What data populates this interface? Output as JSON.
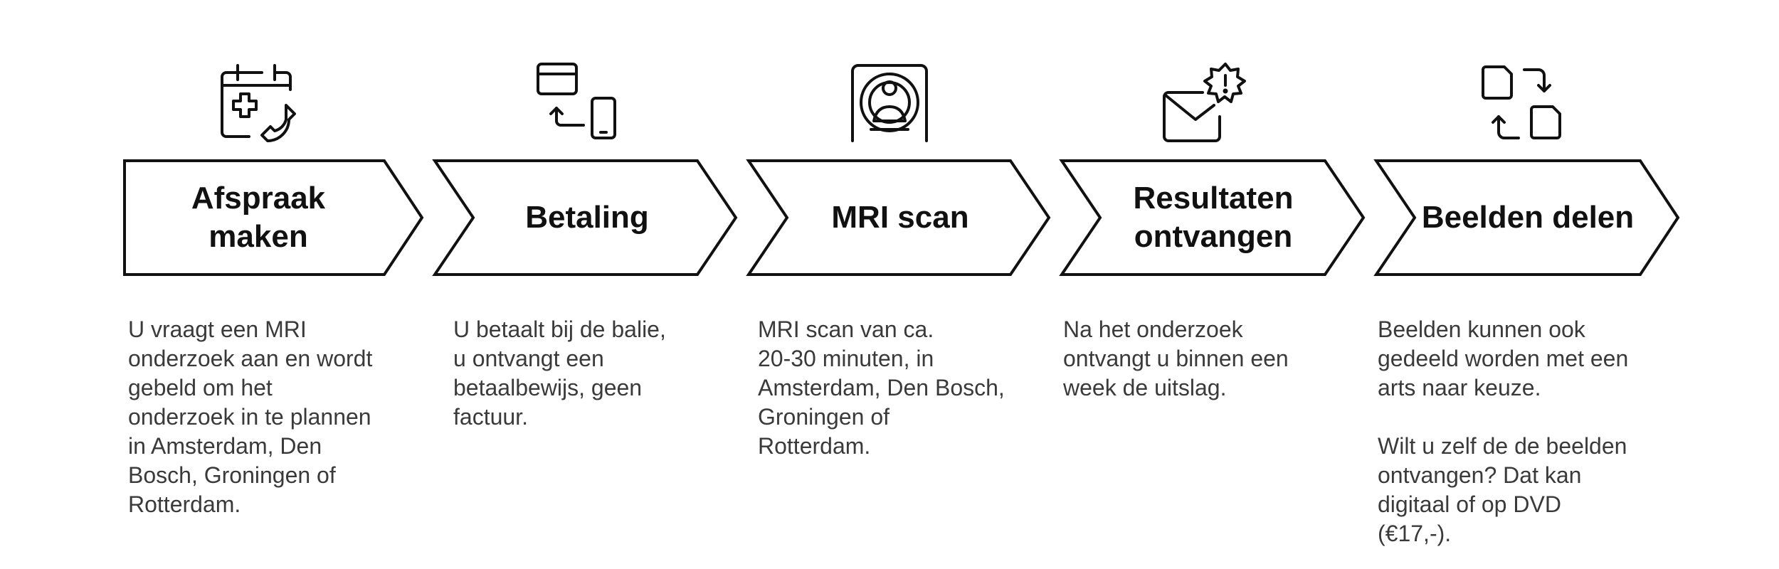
{
  "steps": [
    {
      "title": "Afspraak\nmaken",
      "icon": "calendar-medical-phone-icon",
      "description": "U vraagt een MRI\nonderzoek aan en wordt\ngebeld om het\nonderzoek in te plannen\nin Amsterdam, Den\nBosch, Groningen of\nRotterdam."
    },
    {
      "title": "Betaling",
      "icon": "card-phone-exchange-icon",
      "description": "U betaalt bij de balie,\nu ontvangt een\nbetaalbewijs, geen\nfactuur."
    },
    {
      "title": "MRI scan",
      "icon": "mri-scanner-icon",
      "description": "MRI scan van ca.\n20-30 minuten, in\nAmsterdam, Den Bosch,\nGroningen of\nRotterdam."
    },
    {
      "title": "Resultaten\nontvangen",
      "icon": "envelope-alert-icon",
      "description": "Na het onderzoek\nontvangt u binnen een\nweek de uitslag."
    },
    {
      "title": "Beelden delen",
      "icon": "file-share-icon",
      "description": "Beelden kunnen ook\ngedeeld worden met een\narts naar keuze.\n\nWilt u zelf de de beelden\nontvangen? Dat kan\ndigitaal of op DVD\n(€17,-)."
    }
  ]
}
